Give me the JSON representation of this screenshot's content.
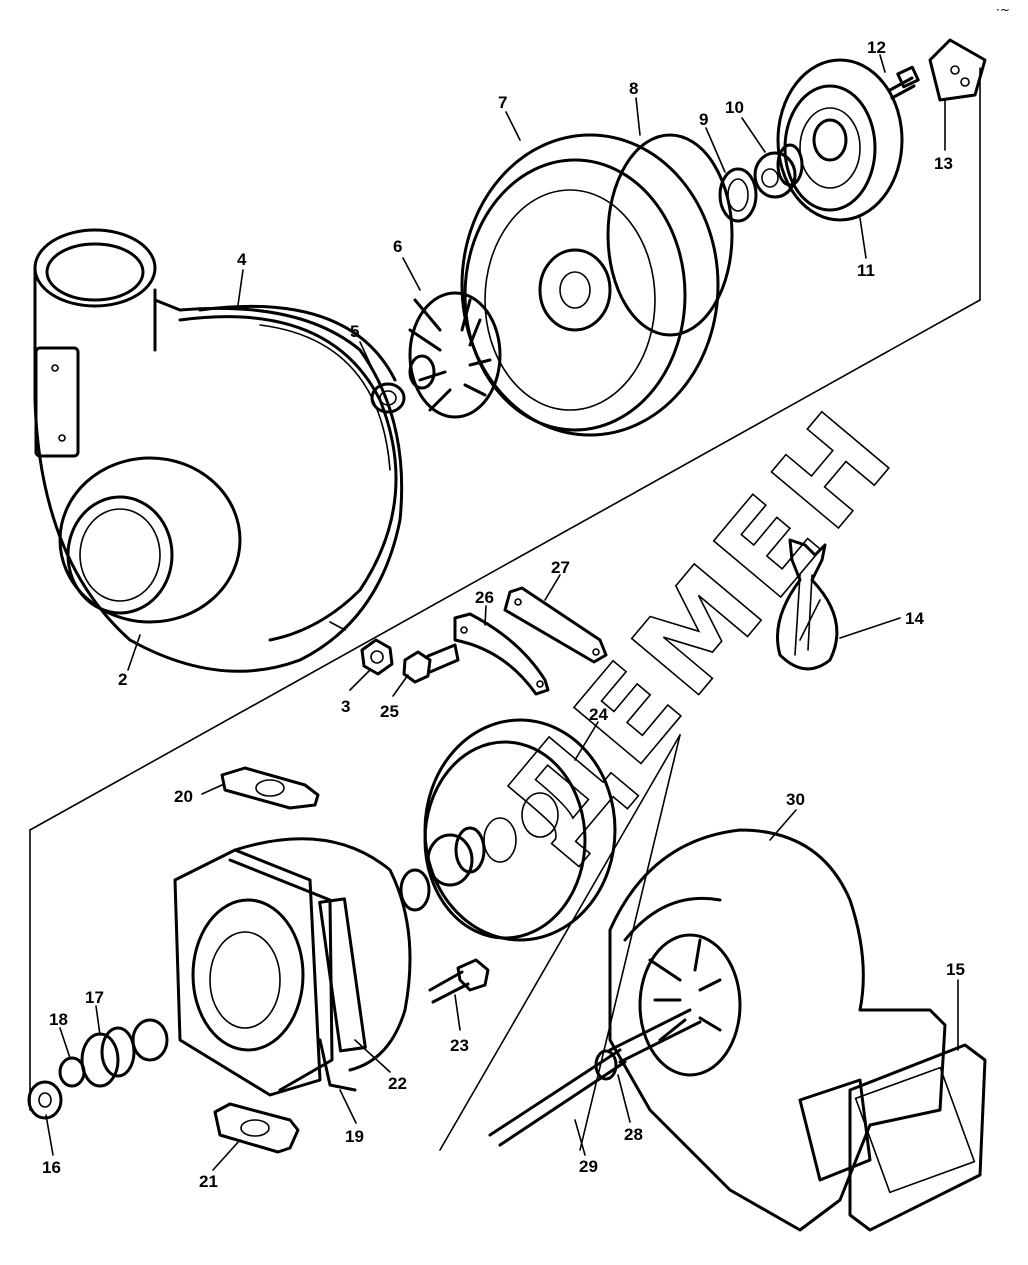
{
  "diagram": {
    "watermark": "ДЕМЕН",
    "corner_mark": "·~",
    "callouts": [
      {
        "id": "c2",
        "label": "2"
      },
      {
        "id": "c3",
        "label": "3"
      },
      {
        "id": "c4",
        "label": "4"
      },
      {
        "id": "c5",
        "label": "5"
      },
      {
        "id": "c6",
        "label": "6"
      },
      {
        "id": "c7",
        "label": "7"
      },
      {
        "id": "c8",
        "label": "8"
      },
      {
        "id": "c9",
        "label": "9"
      },
      {
        "id": "c10",
        "label": "10"
      },
      {
        "id": "c11",
        "label": "11"
      },
      {
        "id": "c12",
        "label": "12"
      },
      {
        "id": "c13",
        "label": "13"
      },
      {
        "id": "c14",
        "label": "14"
      },
      {
        "id": "c15",
        "label": "15"
      },
      {
        "id": "c16",
        "label": "16"
      },
      {
        "id": "c17",
        "label": "17"
      },
      {
        "id": "c18",
        "label": "18"
      },
      {
        "id": "c19",
        "label": "19"
      },
      {
        "id": "c20",
        "label": "20"
      },
      {
        "id": "c21",
        "label": "21"
      },
      {
        "id": "c22",
        "label": "22"
      },
      {
        "id": "c23",
        "label": "23"
      },
      {
        "id": "c24",
        "label": "24"
      },
      {
        "id": "c25",
        "label": "25"
      },
      {
        "id": "c26",
        "label": "26"
      },
      {
        "id": "c27",
        "label": "27"
      },
      {
        "id": "c28",
        "label": "28"
      },
      {
        "id": "c29",
        "label": "29"
      },
      {
        "id": "c30",
        "label": "30"
      }
    ]
  }
}
